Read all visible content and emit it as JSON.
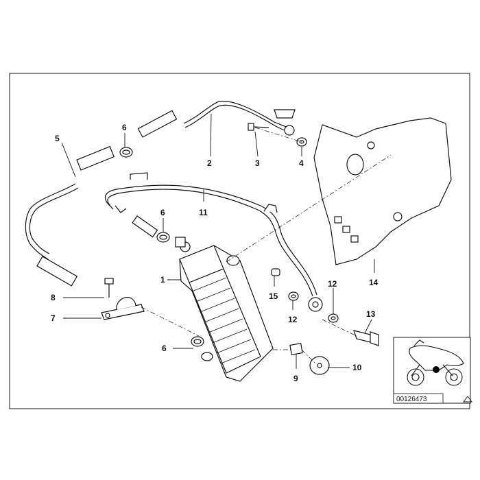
{
  "diagram": {
    "reference_code": "00126473",
    "callouts": {
      "c1": "1",
      "c2": "2",
      "c3": "3",
      "c4": "4",
      "c5": "5",
      "c6a": "6",
      "c6b": "6",
      "c6c": "6",
      "c7": "7",
      "c8": "8",
      "c9": "9",
      "c10": "10",
      "c11": "11",
      "c12a": "12",
      "c12b": "12",
      "c13": "13",
      "c14": "14",
      "c15": "15"
    }
  },
  "colors": {
    "line": "#111111",
    "marker": "#000000",
    "fill": "#ffffff"
  },
  "icons": {
    "motorcycle": "motorcycle-icon",
    "warning": "warning-triangle-icon"
  }
}
